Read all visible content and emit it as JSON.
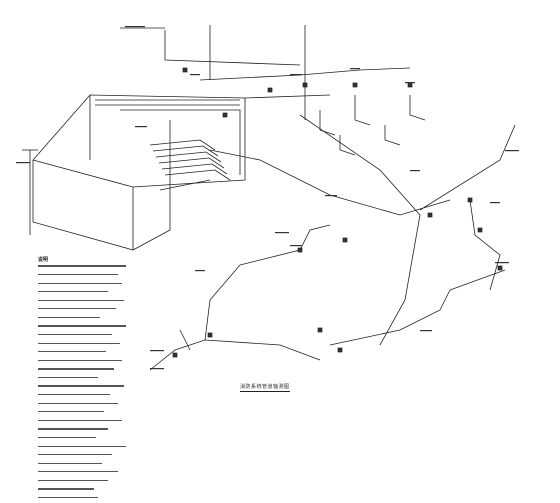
{
  "notes": {
    "title": "说明",
    "line_count": 28
  },
  "caption": "消防系统管道轴测图",
  "colors": {
    "line": "#222222",
    "paper": "#ffffff"
  }
}
